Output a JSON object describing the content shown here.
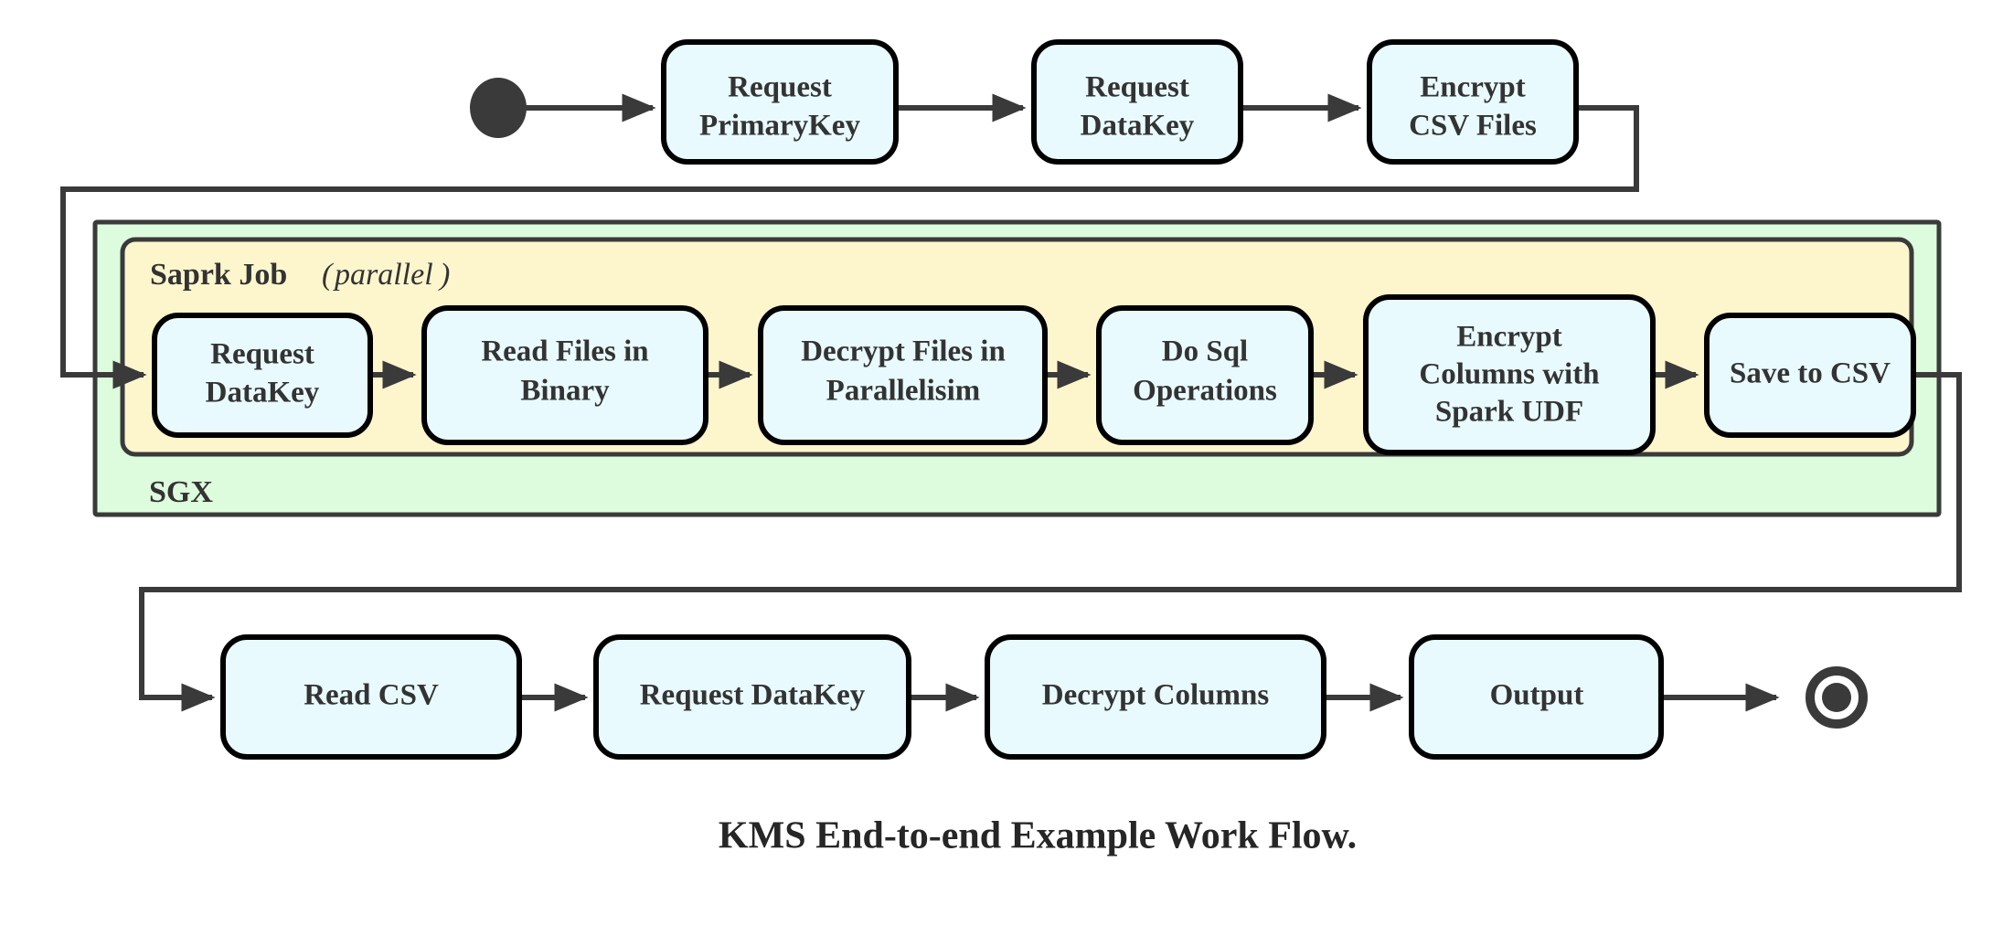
{
  "diagram": {
    "caption": "KMS End-to-end Example Work Flow.",
    "colors": {
      "node_fill": "#e8fafd",
      "node_stroke": "#000000",
      "sgx_fill": "#ddfbdd",
      "spark_fill": "#fdf6cd",
      "edge": "#3a3a3a",
      "text": "#333333",
      "background": "#ffffff"
    },
    "start_node": {
      "name": "start-node",
      "shape": "filled-circle"
    },
    "end_node": {
      "name": "end-node",
      "shape": "double-circle"
    },
    "groups": [
      {
        "id": "sgx",
        "label": "SGX",
        "label_position": "bottom-left",
        "fill": "#ddfbdd"
      },
      {
        "id": "spark-job",
        "label": "Saprk Job",
        "label_suffix_open": "(",
        "label_suffix_italic": "parallel",
        "label_suffix_close": ")",
        "label_position": "top-left",
        "fill": "#fdf6cd"
      }
    ],
    "rows": {
      "top": {
        "name": "top-row",
        "nodes": [
          {
            "id": "request-primarykey",
            "lines": [
              "Request",
              "PrimaryKey"
            ]
          },
          {
            "id": "request-datakey-top",
            "lines": [
              "Request",
              "DataKey"
            ]
          },
          {
            "id": "encrypt-csv-files",
            "lines": [
              "Encrypt",
              "CSV Files"
            ]
          }
        ]
      },
      "middle": {
        "name": "spark-row",
        "nodes": [
          {
            "id": "request-datakey-spark",
            "lines": [
              "Request",
              "DataKey"
            ]
          },
          {
            "id": "read-files-in-binary",
            "lines": [
              "Read Files in",
              "Binary"
            ]
          },
          {
            "id": "decrypt-files-in-parallelisim",
            "lines": [
              "Decrypt Files in",
              "Parallelisim"
            ]
          },
          {
            "id": "do-sql-operations",
            "lines": [
              "Do Sql",
              "Operations"
            ]
          },
          {
            "id": "encrypt-columns-with-spark-udf",
            "lines": [
              "Encrypt",
              "Columns with",
              "Spark UDF"
            ]
          },
          {
            "id": "save-to-csv",
            "lines": [
              "Save to CSV"
            ]
          }
        ]
      },
      "bottom": {
        "name": "bottom-row",
        "nodes": [
          {
            "id": "read-csv",
            "lines": [
              "Read CSV"
            ]
          },
          {
            "id": "request-datakey-bottom",
            "lines": [
              "Request DataKey"
            ]
          },
          {
            "id": "decrypt-columns",
            "lines": [
              "Decrypt Columns"
            ]
          },
          {
            "id": "output",
            "lines": [
              "Output"
            ]
          }
        ]
      }
    },
    "flow_order": [
      "start",
      "Request PrimaryKey",
      "Request DataKey",
      "Encrypt CSV Files",
      "Request DataKey",
      "Read Files in Binary",
      "Decrypt Files in Parallelisim",
      "Do Sql Operations",
      "Encrypt Columns with Spark UDF",
      "Save to CSV",
      "Read CSV",
      "Request DataKey",
      "Decrypt Columns",
      "Output",
      "end"
    ]
  }
}
